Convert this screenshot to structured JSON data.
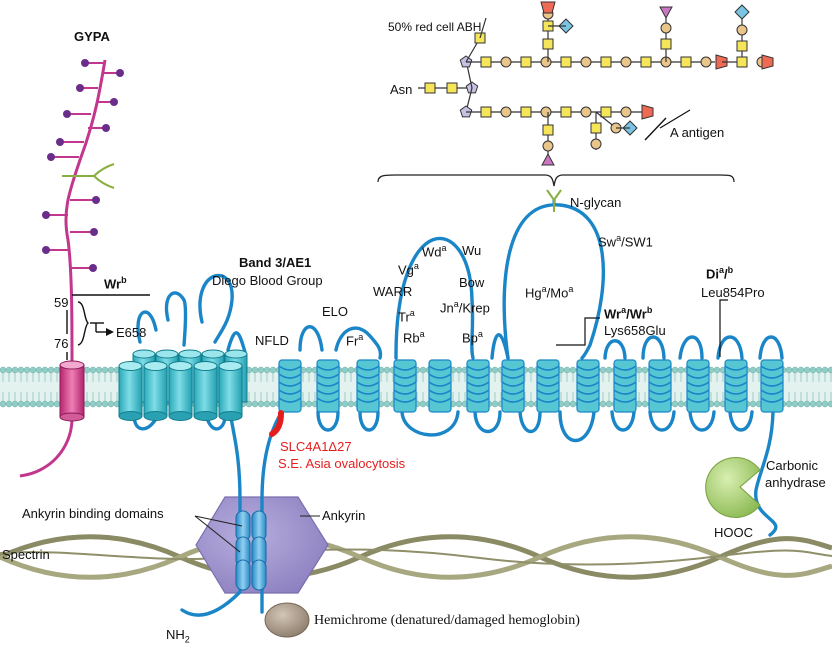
{
  "gypa": {
    "title": "GYPA",
    "wr_label": "Wr",
    "wr_sup": "b",
    "pos_59": "59",
    "pos_76": "76",
    "e658": "E658"
  },
  "band3": {
    "title": "Band 3/AE1",
    "subtitle": "Diego Blood Group"
  },
  "glycan": {
    "title": "50% red cell ABH",
    "asn": "Asn",
    "a_antigen": "A antigen",
    "nglycan": "N-glycan"
  },
  "antigens": {
    "nfld": "NFLD",
    "elo": "ELO",
    "fr": "Fr",
    "fr_sup": "a",
    "vg": "Vg",
    "vg_sup": "a",
    "warr": "WARR",
    "tr": "Tr",
    "tr_sup": "a",
    "rb": "Rb",
    "rb_sup": "a",
    "wd": "Wd",
    "wd_sup": "a",
    "wu": "Wu",
    "bow": "Bow",
    "jn": "Jn",
    "jn_sup": "a",
    "jn_rest": "/Krep",
    "bp": "Bp",
    "bp_sup": "a",
    "hg": "Hg",
    "hg_sup": "a",
    "mo_mid": "/Mo",
    "mo_sup": "a",
    "sw": "Sw",
    "sw_sup": "a",
    "sw_rest": "/SW1",
    "wr_main": "Wr",
    "wr_sup1": "a",
    "wr_mid": "/Wr",
    "wr_sup2": "b",
    "lys": "Lys658Glu",
    "di": "Di",
    "di_sup": "a",
    "di_rest": "/",
    "di_sup2": "b",
    "leu": "Leu854Pro"
  },
  "mutation": {
    "line1": "SLC4A1Δ27",
    "line2": "S.E. Asia ovalocytosis"
  },
  "cytoskeleton": {
    "ankyrin_binding": "Ankyrin binding domains",
    "ankyrin": "Ankyrin",
    "spectrin": "Spectrin",
    "hemichrome": "Hemichrome (denatured/damaged hemoglobin)",
    "nh2": "NH",
    "nh2_sub": "2",
    "carbonic1": "Carbonic",
    "carbonic2": "anhydrase",
    "hooc": "HOOC"
  },
  "colors": {
    "chain": "#1a86c8",
    "gypa": "#c2378d",
    "helix": "#44c2cf",
    "lipid": "#8fcdc6",
    "ankyrin": "#9b8fc6",
    "carbonic": "#a9cf72",
    "hemichrome": "#a89a8a",
    "mutation": "#e41e1e",
    "glycan_green": "#88b040"
  }
}
